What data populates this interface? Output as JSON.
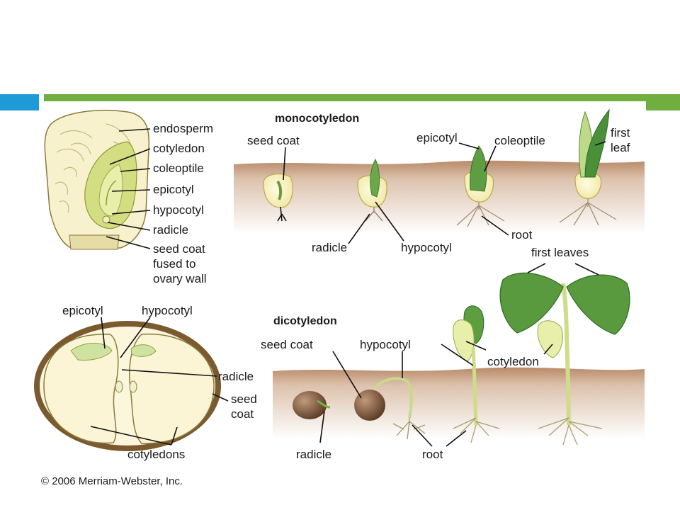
{
  "slide": {
    "accent_blue": "#1e9bd7",
    "accent_green": "#6fae3f"
  },
  "diagram": {
    "corn_seed_labels": [
      "endosperm",
      "cotyledon",
      "coleoptile",
      "epicotyl",
      "hypocotyl",
      "radicle",
      "seed coat",
      "fused to",
      "ovary wall"
    ],
    "bean_seed_labels": {
      "epicotyl": "epicotyl",
      "hypocotyl": "hypocotyl",
      "radicle": "radicle",
      "seed_coat_1": "seed",
      "seed_coat_2": "coat",
      "cotyledons": "cotyledons"
    },
    "monocot": {
      "heading": "monocotyledon",
      "seed_coat": "seed coat",
      "epicotyl": "epicotyl",
      "coleoptile": "coleoptile",
      "first_leaf_1": "first",
      "first_leaf_2": "leaf",
      "radicle": "radicle",
      "hypocotyl": "hypocotyl",
      "root": "root"
    },
    "dicot": {
      "heading": "dicotyledon",
      "first_leaves": "first leaves",
      "seed_coat": "seed coat",
      "hypocotyl": "hypocotyl",
      "cotyledon": "cotyledon",
      "radicle": "radicle",
      "root": "root"
    },
    "copyright": "© 2006 Merriam-Webster, Inc."
  }
}
